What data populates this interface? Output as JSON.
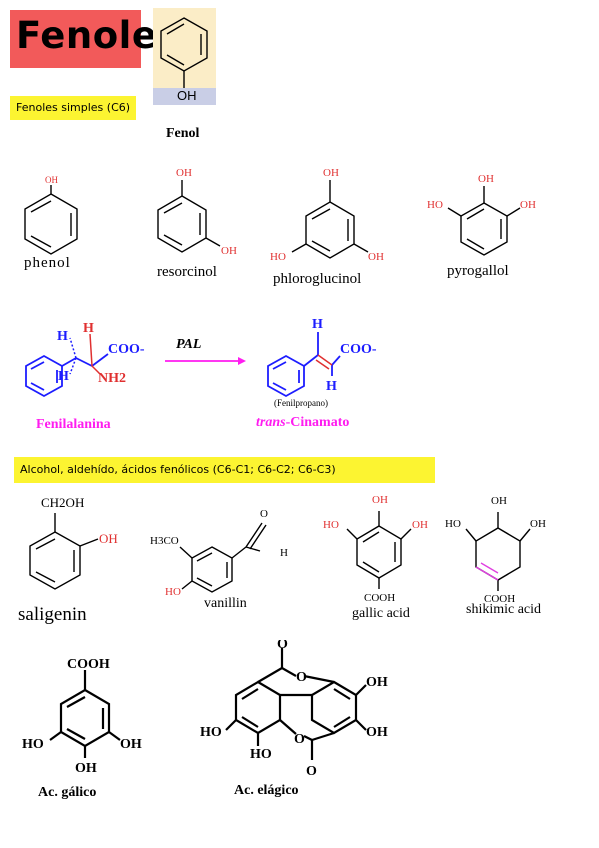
{
  "title": "Fenoles",
  "phenol_card": {
    "oh": "OH"
  },
  "section_simple": "Fenoles simples (C6)",
  "fenol_label": "Fenol",
  "simple_phenols": [
    {
      "name": "phenol",
      "groups": [
        "OH"
      ]
    },
    {
      "name": "resorcinol",
      "groups": [
        "OH",
        "OH"
      ]
    },
    {
      "name": "phloroglucinol",
      "groups": [
        "OH",
        "HO",
        "OH"
      ]
    },
    {
      "name": "pyrogallol",
      "groups": [
        "OH",
        "HO",
        "OH"
      ]
    }
  ],
  "reaction": {
    "enzyme": "PAL",
    "substrate": {
      "name": "Fenilalanina",
      "h1": "H",
      "h2": "H",
      "h3": "H",
      "coo": "COO-",
      "nh2": "NH2"
    },
    "product": {
      "prefix": "trans",
      "suffix": "-Cinamato",
      "note": "(Fenilpropano)",
      "h1": "H",
      "h2": "H",
      "coo": "COO-"
    }
  },
  "section_acids": "Alcohol, aldehído, ácidos fenólicos (C6-C1; C6-C2; C6-C3)",
  "acid_compounds": [
    {
      "name": "saligenin",
      "groups": [
        "CH2OH",
        "OH"
      ]
    },
    {
      "name": "vanillin",
      "groups": [
        "H3CO",
        "HO",
        "O",
        "H"
      ]
    },
    {
      "name": "gallic acid",
      "groups": [
        "HO",
        "OH",
        "OH",
        "COOH"
      ]
    },
    {
      "name": "shikimic acid",
      "groups": [
        "HO",
        "OH",
        "OH",
        "COOH"
      ]
    }
  ],
  "bottom": [
    {
      "name": "Ac. gálico",
      "groups": [
        "COOH",
        "HO",
        "OH",
        "OH"
      ]
    },
    {
      "name": "Ac. elágico",
      "groups": [
        "O",
        "O",
        "OH",
        "OH",
        "HO",
        "HO",
        "O",
        "O"
      ]
    }
  ],
  "colors": {
    "title_bg": "#f25a5a",
    "highlight": "#fcf431",
    "red": "#e03030",
    "blue": "#1d1dff",
    "magenta": "#ff1cf0"
  }
}
